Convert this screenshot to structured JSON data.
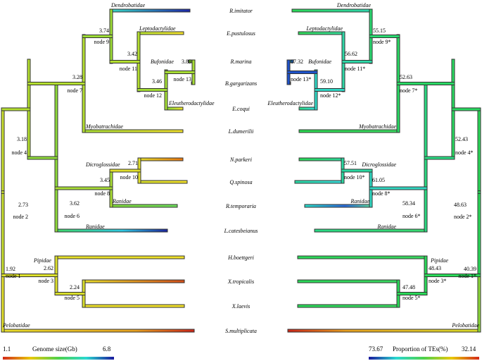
{
  "legend": {
    "genome_size": {
      "min": "1.1",
      "title": "Genome size(Gb)",
      "max": "6.8"
    },
    "te_proportion": {
      "min": "73.67",
      "title": "Proportion of TEs(%)",
      "max": "32.14"
    }
  },
  "species": [
    "R.imitator",
    "E.pustulosus",
    "R.marina",
    "B.gargarizans",
    "E.coqui",
    "L.dumerilii",
    "N.parkeri",
    "Q.spinosa",
    "R.temporaria",
    "L.catesbeianus",
    "H.boettgeri",
    "X.tropicalis",
    "X.laevis",
    "S.multiplicata"
  ],
  "families": {
    "dendrobatidae": "Dendrobatidae",
    "leptodactylidae": "Leptodactylidae",
    "bufonidae": "Bufonidae",
    "eleutherodactylidae": "Eleutherodactylidae",
    "myobatrachidae": "Myobatrachidae",
    "dicroglossidae": "Dicroglossidae",
    "ranidae": "Ranidae",
    "pipidae": "Pipidae",
    "pelobatidae": "Pelobatidae"
  },
  "left_nodes": [
    {
      "label": "node 1",
      "value": "1.92"
    },
    {
      "label": "node 2",
      "value": "2.73"
    },
    {
      "label": "node 3",
      "value": "2.62"
    },
    {
      "label": "node 4",
      "value": "3.18"
    },
    {
      "label": "node 5",
      "value": "2.24"
    },
    {
      "label": "node 6",
      "value": "3.62"
    },
    {
      "label": "node 7",
      "value": "3.28"
    },
    {
      "label": "node 8",
      "value": "3.45"
    },
    {
      "label": "node 9",
      "value": "3.74"
    },
    {
      "label": "node 10",
      "value": "2.71"
    },
    {
      "label": "node 11",
      "value": "3.42"
    },
    {
      "label": "node 12",
      "value": "3.46"
    },
    {
      "label": "node 13",
      "value": "3.89"
    }
  ],
  "right_nodes": [
    {
      "label": "node 1*",
      "value": "40.39"
    },
    {
      "label": "node 2*",
      "value": "48.63"
    },
    {
      "label": "node 3*",
      "value": "48.43"
    },
    {
      "label": "node 4*",
      "value": "52.43"
    },
    {
      "label": "node 5*",
      "value": "47.48"
    },
    {
      "label": "node 6*",
      "value": "58.34"
    },
    {
      "label": "node 7*",
      "value": "52.63"
    },
    {
      "label": "node 8*",
      "value": "61.05"
    },
    {
      "label": "node 9*",
      "value": "55.15"
    },
    {
      "label": "node 10*",
      "value": "57.51"
    },
    {
      "label": "node 11*",
      "value": "56.62"
    },
    {
      "label": "node 12*",
      "value": "59.10"
    },
    {
      "label": "node 13*",
      "value": "67.32"
    }
  ]
}
